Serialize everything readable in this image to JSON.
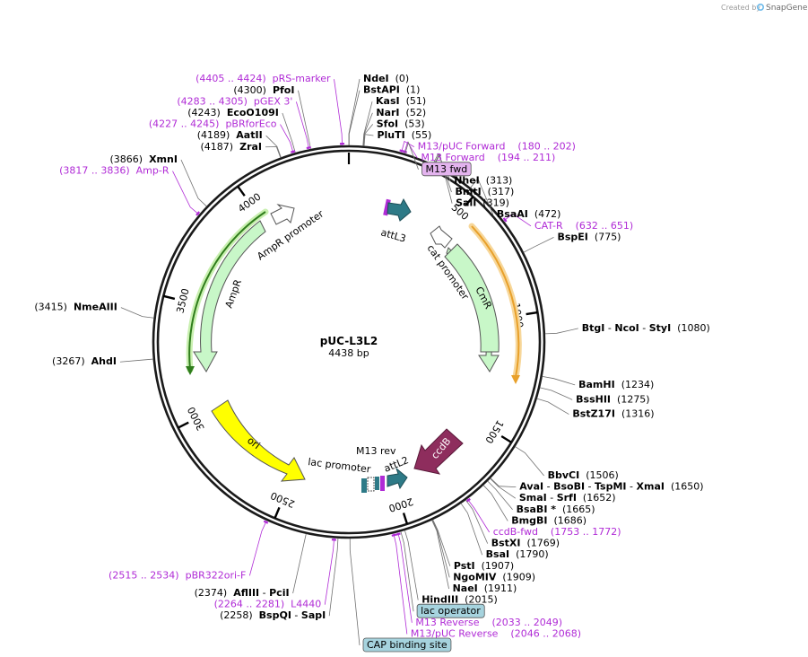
{
  "brand": {
    "prefix": "Created by",
    "name": "SnapGene"
  },
  "plasmid": {
    "name": "pUC-L3L2",
    "size_label": "4438 bp",
    "length": 4438
  },
  "ticks": [
    "500",
    "1000",
    "1500",
    "2000",
    "2500",
    "3000",
    "3500",
    "4000"
  ],
  "enzymes": [
    {
      "parts": [
        {
          "t": "NdeI",
          "b": true
        },
        {
          "t": "  (0)",
          "b": false
        }
      ],
      "pos": 0
    },
    {
      "parts": [
        {
          "t": "BstAPI",
          "b": true
        },
        {
          "t": "  (1)",
          "b": false
        }
      ],
      "pos": 1
    },
    {
      "parts": [
        {
          "t": "KasI",
          "b": true
        },
        {
          "t": "  (51)",
          "b": false
        }
      ],
      "pos": 51
    },
    {
      "parts": [
        {
          "t": "NarI",
          "b": true
        },
        {
          "t": "  (52)",
          "b": false
        }
      ],
      "pos": 52
    },
    {
      "parts": [
        {
          "t": "SfoI",
          "b": true
        },
        {
          "t": "  (53)",
          "b": false
        }
      ],
      "pos": 53
    },
    {
      "parts": [
        {
          "t": "PluTI",
          "b": true
        },
        {
          "t": "  (55)",
          "b": false
        }
      ],
      "pos": 55
    },
    {
      "parts": [
        {
          "t": "NheI",
          "b": true
        },
        {
          "t": "  (313)",
          "b": false
        }
      ],
      "pos": 313
    },
    {
      "parts": [
        {
          "t": "BmtI",
          "b": true
        },
        {
          "t": "  (317)",
          "b": false
        }
      ],
      "pos": 317
    },
    {
      "parts": [
        {
          "t": "SalI",
          "b": true
        },
        {
          "t": "  (319)",
          "b": false
        }
      ],
      "pos": 319
    },
    {
      "parts": [
        {
          "t": "BsaAI",
          "b": true
        },
        {
          "t": "  (472)",
          "b": false
        }
      ],
      "pos": 472
    },
    {
      "parts": [
        {
          "t": "BspEI",
          "b": true
        },
        {
          "t": "  (775)",
          "b": false
        }
      ],
      "pos": 775
    },
    {
      "parts": [
        {
          "t": "BtgI",
          "b": true
        },
        {
          "t": " - ",
          "b": false
        },
        {
          "t": "NcoI",
          "b": true
        },
        {
          "t": " - ",
          "b": false
        },
        {
          "t": "StyI",
          "b": true
        },
        {
          "t": "  (1080)",
          "b": false
        }
      ],
      "pos": 1080
    },
    {
      "parts": [
        {
          "t": "BamHI",
          "b": true
        },
        {
          "t": "  (1234)",
          "b": false
        }
      ],
      "pos": 1234
    },
    {
      "parts": [
        {
          "t": "BssHII",
          "b": true
        },
        {
          "t": "  (1275)",
          "b": false
        }
      ],
      "pos": 1275
    },
    {
      "parts": [
        {
          "t": "BstZ17I",
          "b": true
        },
        {
          "t": "  (1316)",
          "b": false
        }
      ],
      "pos": 1316
    },
    {
      "parts": [
        {
          "t": "BbvCI",
          "b": true
        },
        {
          "t": "  (1506)",
          "b": false
        }
      ],
      "pos": 1506
    },
    {
      "parts": [
        {
          "t": "AvaI",
          "b": true
        },
        {
          "t": " - ",
          "b": false
        },
        {
          "t": "BsoBI",
          "b": true
        },
        {
          "t": " - ",
          "b": false
        },
        {
          "t": "TspMI",
          "b": true
        },
        {
          "t": " - ",
          "b": false
        },
        {
          "t": "XmaI",
          "b": true
        },
        {
          "t": "  (1650)",
          "b": false
        }
      ],
      "pos": 1650
    },
    {
      "parts": [
        {
          "t": "SmaI",
          "b": true
        },
        {
          "t": " - ",
          "b": false
        },
        {
          "t": "SrfI",
          "b": true
        },
        {
          "t": "  (1652)",
          "b": false
        }
      ],
      "pos": 1652
    },
    {
      "parts": [
        {
          "t": "BsaBI *",
          "b": true
        },
        {
          "t": "  (1665)",
          "b": false
        }
      ],
      "pos": 1665
    },
    {
      "parts": [
        {
          "t": "BmgBI",
          "b": true
        },
        {
          "t": "  (1686)",
          "b": false
        }
      ],
      "pos": 1686
    },
    {
      "parts": [
        {
          "t": "BstXI",
          "b": true
        },
        {
          "t": "  (1769)",
          "b": false
        }
      ],
      "pos": 1769
    },
    {
      "parts": [
        {
          "t": "BsaI",
          "b": true
        },
        {
          "t": "  (1790)",
          "b": false
        }
      ],
      "pos": 1790
    },
    {
      "parts": [
        {
          "t": "PstI",
          "b": true
        },
        {
          "t": "  (1907)",
          "b": false
        }
      ],
      "pos": 1907
    },
    {
      "parts": [
        {
          "t": "NgoMIV",
          "b": true
        },
        {
          "t": "  (1909)",
          "b": false
        }
      ],
      "pos": 1909
    },
    {
      "parts": [
        {
          "t": "NaeI",
          "b": true
        },
        {
          "t": "  (1911)",
          "b": false
        }
      ],
      "pos": 1911
    },
    {
      "parts": [
        {
          "t": "HindIII",
          "b": true
        },
        {
          "t": "  (2015)",
          "b": false
        }
      ],
      "pos": 2015
    },
    {
      "parts": [
        {
          "t": "(2258)  ",
          "b": false
        },
        {
          "t": "BspQI",
          "b": true
        },
        {
          "t": " - ",
          "b": false
        },
        {
          "t": "SapI",
          "b": true
        }
      ],
      "pos": 2258
    },
    {
      "parts": [
        {
          "t": "(2374)  ",
          "b": false
        },
        {
          "t": "AflIII",
          "b": true
        },
        {
          "t": " - ",
          "b": false
        },
        {
          "t": "PciI",
          "b": true
        }
      ],
      "pos": 2374
    },
    {
      "parts": [
        {
          "t": "(3267)  ",
          "b": false
        },
        {
          "t": "AhdI",
          "b": true
        }
      ],
      "pos": 3267
    },
    {
      "parts": [
        {
          "t": "(3415)  ",
          "b": false
        },
        {
          "t": "NmeAIII",
          "b": true
        }
      ],
      "pos": 3415
    },
    {
      "parts": [
        {
          "t": "(3866)  ",
          "b": false
        },
        {
          "t": "XmnI",
          "b": true
        }
      ],
      "pos": 3866
    },
    {
      "parts": [
        {
          "t": "(4187)  ",
          "b": false
        },
        {
          "t": "ZraI",
          "b": true
        }
      ],
      "pos": 4187
    },
    {
      "parts": [
        {
          "t": "(4189)  ",
          "b": false
        },
        {
          "t": "AatII",
          "b": true
        }
      ],
      "pos": 4189
    },
    {
      "parts": [
        {
          "t": "(4243)  ",
          "b": false
        },
        {
          "t": "EcoO109I",
          "b": true
        }
      ],
      "pos": 4243
    },
    {
      "parts": [
        {
          "t": "(4300)  ",
          "b": false
        },
        {
          "t": "PfoI",
          "b": true
        }
      ],
      "pos": 4300
    }
  ],
  "primers": [
    {
      "text": "M13/pUC Forward    (180 .. 202)",
      "pos": 191
    },
    {
      "text": "M13 Forward    (194 .. 211)",
      "pos": 202
    },
    {
      "text": "CAT-R    (632 .. 651)",
      "pos": 641
    },
    {
      "text": "ccdB-fwd    (1753 .. 1772)",
      "pos": 1762
    },
    {
      "text": "M13 Reverse    (2033 .. 2049)",
      "pos": 2041
    },
    {
      "text": "M13/pUC Reverse    (2046 .. 2068)",
      "pos": 2057
    },
    {
      "text": "(2264 .. 2281)  L4440",
      "pos": 2272
    },
    {
      "text": "(2515 .. 2534)  pBR322ori-F",
      "pos": 2524
    },
    {
      "text": "(3817 .. 3836)  Amp-R",
      "pos": 3826
    },
    {
      "text": "(4227 .. 4245)  pBRforEco",
      "pos": 4236
    },
    {
      "text": "(4283 .. 4305)  pGEX 3'",
      "pos": 4294
    },
    {
      "text": "(4405 .. 4424)  pRS-marker",
      "pos": 4414
    }
  ],
  "boxed_features": [
    {
      "text": "M13 fwd",
      "color": "#e3b3ee",
      "pos": 205
    },
    {
      "text": "lac operator",
      "color": "#a6d3de",
      "pos": 2030
    },
    {
      "text": "CAP binding site",
      "color": "#a6d3de",
      "pos": 2215
    }
  ],
  "features": [
    {
      "name": "attL3",
      "label": "attL3",
      "color": "#2e7a87"
    },
    {
      "name": "cat-promoter",
      "label": "cat promoter",
      "color": "#ffffff"
    },
    {
      "name": "cmr",
      "label": "CmR",
      "color": "#c8f7c8"
    },
    {
      "name": "ccdb",
      "label": "ccdB",
      "color": "#8e2d5d"
    },
    {
      "name": "attL2",
      "label": "attL2",
      "color": "#2e7a87"
    },
    {
      "name": "m13-rev",
      "label": "M13 rev",
      "color": "#b02bd6"
    },
    {
      "name": "lac-promoter",
      "label": "lac promoter",
      "color": "#ffffff"
    },
    {
      "name": "ori",
      "label": "ori",
      "color": "#ffff00"
    },
    {
      "name": "ampr",
      "label": "AmpR",
      "color": "#c8f7c8"
    },
    {
      "name": "ampr-promoter",
      "label": "AmpR promoter",
      "color": "#ffffff"
    }
  ],
  "colors": {
    "enzyme_text": "#000000",
    "primer_text": "#b02bd6",
    "backbone": "#1a1a1a",
    "cmr_orf": "#e8a02a",
    "ampr_orf": "#2f7d1c"
  }
}
